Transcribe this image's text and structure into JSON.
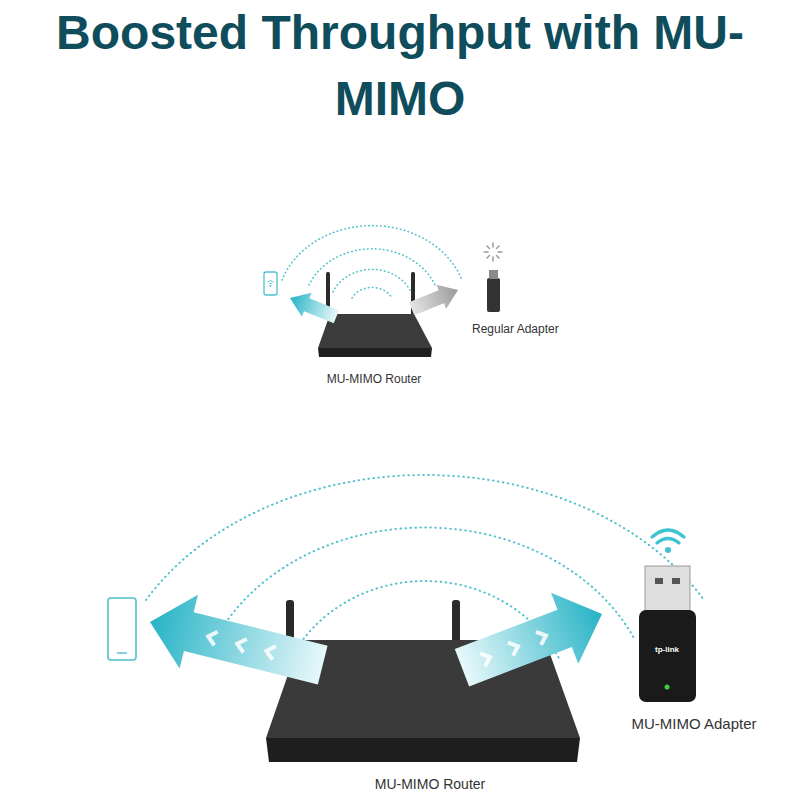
{
  "diagram": {
    "title": "Boosted Throughput with MU-MIMO",
    "labels": [
      "Regular Adapter",
      "MU-MIMO Router",
      "tp-link",
      "MU-MIMO Adapter",
      "MU-MIMO Router"
    ]
  }
}
